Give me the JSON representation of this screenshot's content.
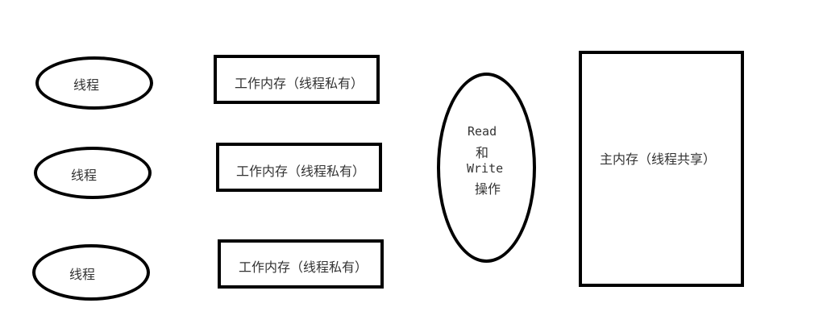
{
  "diagram": {
    "threads": [
      {
        "label": "线程"
      },
      {
        "label": "线程"
      },
      {
        "label": "线程"
      }
    ],
    "working_memories": [
      {
        "label": "工作内存（线程私有）"
      },
      {
        "label": "工作内存（线程私有）"
      },
      {
        "label": "工作内存（线程私有）"
      }
    ],
    "operation": {
      "line1": "Read",
      "line2": "和",
      "line3": "Write",
      "line4": "操作"
    },
    "main_memory": {
      "label": "主内存（线程共享）"
    }
  }
}
